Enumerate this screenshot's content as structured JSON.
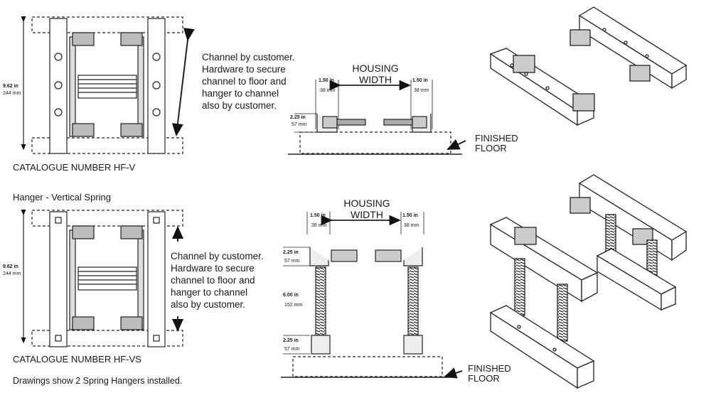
{
  "top": {
    "note": "Channel by customer.\nHardware to secure\nchannel to floor and\nhanger to channel\nalso by customer.",
    "dim_height": "9.62 in",
    "dim_height_mm": "244 mm",
    "catalogue": "CATALOGUE NUMBER HF-V",
    "housing": "HOUSING\nWIDTH",
    "dim_left_in": "1.50 in",
    "dim_left_mm": "38 mm",
    "dim_right_in": "1.50 in",
    "dim_right_mm": "38 mm",
    "dim_vert_in": "2.25 in",
    "dim_vert_mm": "57 mm",
    "floor": "FINISHED\nFLOOR"
  },
  "bottom": {
    "title": "Hanger - Vertical Spring",
    "note": "Channel by customer.\nHardware to secure\nchannel to floor and\nhanger to channel\nalso by customer.",
    "dim_height": "9.62 in",
    "dim_height_mm": "244 mm",
    "catalogue": "CATALOGUE NUMBER HF-VS",
    "footnote": "Drawings show 2 Spring Hangers installed.",
    "housing": "HOUSING\nWIDTH",
    "dim_left_in": "1.50 in",
    "dim_left_mm": "38 mm",
    "dim_right_in": "1.50 in",
    "dim_right_mm": "38 mm",
    "dim_top_in": "2.25 in",
    "dim_top_mm": "57 mm",
    "dim_spring_in": "6.00 in",
    "dim_spring_mm": "152 mm",
    "dim_bot_in": "2.25 in",
    "dim_bot_mm": "57 mm",
    "floor": "FINISHED\nFLOOR"
  }
}
